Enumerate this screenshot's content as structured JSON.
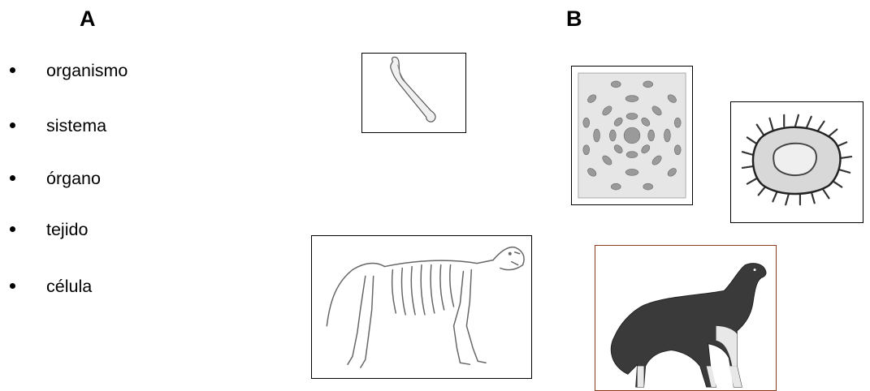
{
  "columns": {
    "a_label": "A",
    "b_label": "B"
  },
  "terms": [
    {
      "label": "organismo"
    },
    {
      "label": "sistema"
    },
    {
      "label": "órgano"
    },
    {
      "label": "tejido"
    },
    {
      "label": "célula"
    }
  ],
  "images": {
    "bone": "bone-illustration",
    "tissue": "tissue-illustration",
    "cell": "cell-illustration",
    "skeleton": "skeleton-illustration",
    "wolf": "wolf-illustration"
  },
  "colors": {
    "wolf_frame": "#8b3b1c",
    "text": "#000000"
  }
}
